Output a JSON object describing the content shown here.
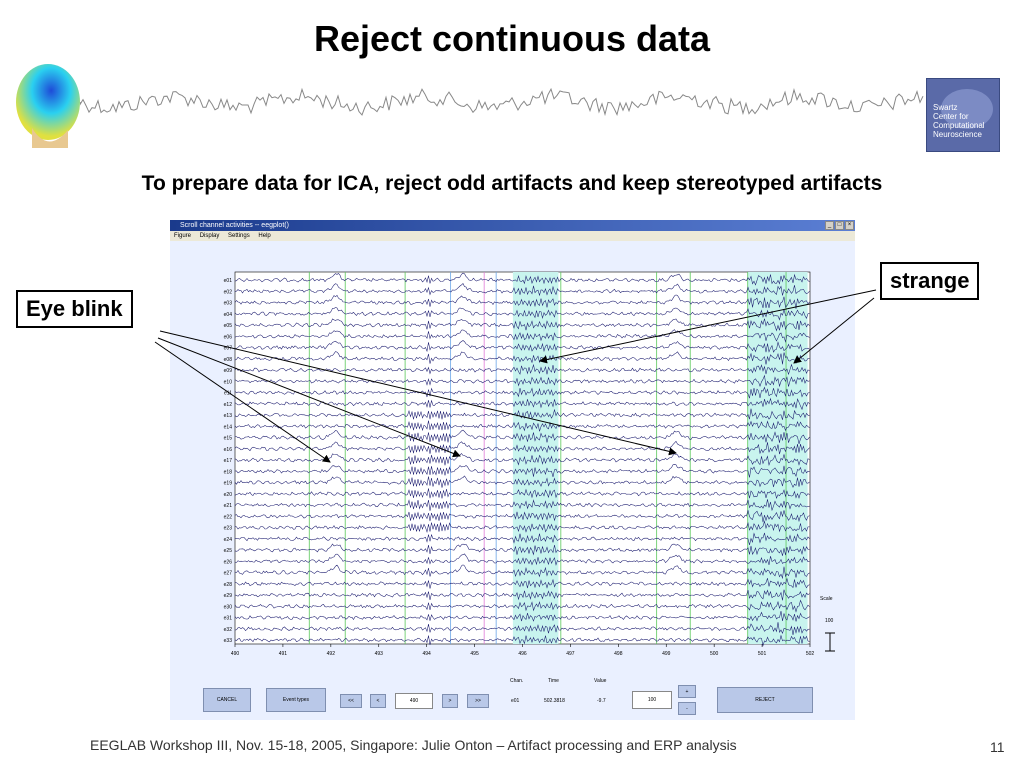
{
  "slide": {
    "title": "Reject continuous data",
    "subtitle": "To prepare data for ICA, reject odd artifacts and keep stereotyped artifacts",
    "footer": "EEGLAB Workshop III, Nov. 15-18, 2005, Singapore: Julie Onton – Artifact processing and ERP analysis",
    "page_number": "11",
    "logo_lines": [
      "Swartz",
      "Center for",
      "Computational",
      "Neuroscience"
    ]
  },
  "callouts": {
    "eye_blink": "Eye blink",
    "strange": "strange"
  },
  "window": {
    "title": "Scroll channel activities -- eegplot()",
    "menu": [
      "Figure",
      "Display",
      "Settings",
      "Help"
    ],
    "channels": [
      "e01",
      "e02",
      "e03",
      "e04",
      "e05",
      "e06",
      "e07",
      "e08",
      "e09",
      "e10",
      "e11",
      "e12",
      "e13",
      "e14",
      "e15",
      "e16",
      "e17",
      "e18",
      "e19",
      "e20",
      "e21",
      "e22",
      "e23",
      "e24",
      "e25",
      "e26",
      "e27",
      "e28",
      "e29",
      "e30",
      "e31",
      "e32",
      "e33"
    ],
    "time_ticks": [
      "490",
      "491",
      "492",
      "493",
      "494",
      "495",
      "496",
      "497",
      "498",
      "499",
      "500",
      "501",
      "502"
    ],
    "scale_label": "Scale",
    "scale_value": "100",
    "buttons": {
      "cancel": "CANCEL",
      "event_types": "Event types",
      "back_fast": "<<",
      "back": "<",
      "position": "490",
      "forward": ">",
      "forward_fast": ">>",
      "plus": "+",
      "minus": "-",
      "scale_box": "100",
      "reject": "REJECT"
    },
    "readout": {
      "chan_label": "Chan.",
      "time_label": "Time",
      "value_label": "Value",
      "chan": "e01",
      "time": "502.3818",
      "value": "-9.7"
    }
  },
  "colors": {
    "trace": "#1a1a6e",
    "reject_region": "#c8f4ee",
    "title_bar": "#1a3a8c",
    "button": "#b9c8e8",
    "window_bg": "#eaf0ff"
  }
}
